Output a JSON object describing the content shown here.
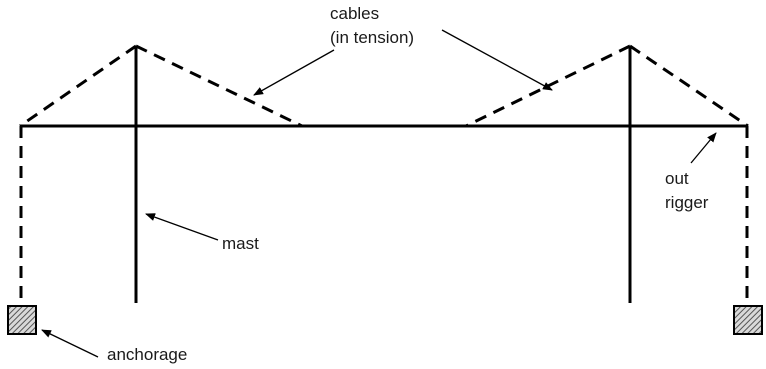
{
  "labels": {
    "cables_line1": "cables",
    "cables_line2": "(in tension)",
    "outrigger_line1": "out",
    "outrigger_line2": "rigger",
    "mast": "mast",
    "anchorage": "anchorage"
  },
  "colors": {
    "ink": "#000000",
    "hatch": "#555555",
    "text": "#1a1a1a"
  }
}
